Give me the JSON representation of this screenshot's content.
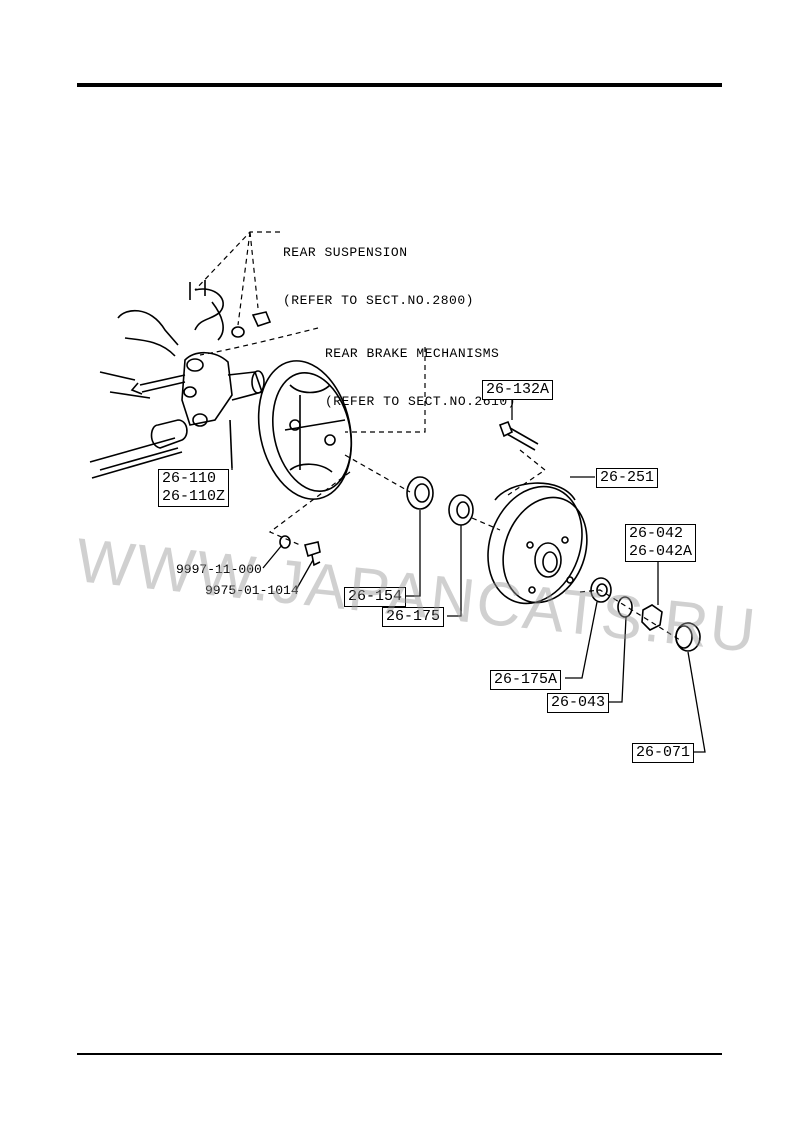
{
  "notes": {
    "rear_suspension": [
      "REAR SUSPENSION",
      "(REFER TO SECT.NO.2800)"
    ],
    "rear_brake": [
      "REAR BRAKE MECHANISMS",
      "(REFER TO SECT.NO.2610)"
    ]
  },
  "parts": {
    "knuckle": [
      "26-110",
      "26-110Z"
    ],
    "hub_bolt": "26-132A",
    "drum": "26-251",
    "inner_seal": "26-154",
    "inner_bearing": "26-175",
    "outer_bearing": "26-175A",
    "washer": "26-043",
    "nut": [
      "26-042",
      "26-042A"
    ],
    "cap": "26-071",
    "plug_washer": "9997-11-000",
    "plug_bolt": "9975-01-1014"
  },
  "watermark": "WWW.JAPANCATS.RU"
}
